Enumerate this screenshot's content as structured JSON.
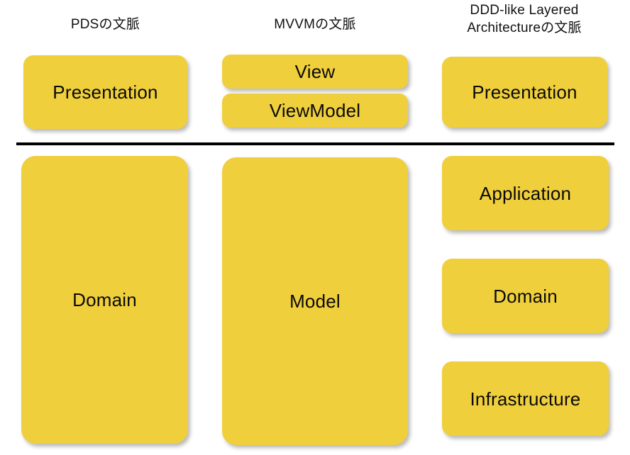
{
  "figure": {
    "background_color": "#ffffff",
    "box_color": "#f0cf3c",
    "text_color": "#0a0a0a",
    "divider_color": "#000000"
  },
  "columns": [
    {
      "id": "pds",
      "header": "PDSの文脈",
      "upper_boxes": [
        {
          "id": "pds-presentation",
          "label": "Presentation"
        }
      ],
      "lower_boxes": [
        {
          "id": "pds-domain",
          "label": "Domain"
        }
      ]
    },
    {
      "id": "mvvm",
      "header": "MVVMの文脈",
      "upper_boxes": [
        {
          "id": "mvvm-view",
          "label": "View"
        },
        {
          "id": "mvvm-viewmodel",
          "label": "ViewModel"
        }
      ],
      "lower_boxes": [
        {
          "id": "mvvm-model",
          "label": "Model"
        }
      ]
    },
    {
      "id": "ddd",
      "header": "DDD-like Layered\nArchitectureの文脈",
      "upper_boxes": [
        {
          "id": "ddd-presentation",
          "label": "Presentation"
        }
      ],
      "lower_boxes": [
        {
          "id": "ddd-application",
          "label": "Application"
        },
        {
          "id": "ddd-domain",
          "label": "Domain"
        },
        {
          "id": "ddd-infrastructure",
          "label": "Infrastructure"
        }
      ]
    }
  ]
}
